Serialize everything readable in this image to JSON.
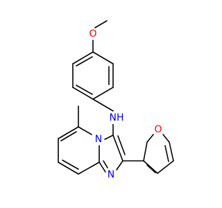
{
  "molecule": {
    "atoms": {
      "methoxy_o": "O",
      "amine_nh": "NH",
      "bridge_n": "N",
      "imidazole_n": "N",
      "furan_o": "O"
    },
    "colors": {
      "oxygen": "#ff0000",
      "nitrogen": "#0000ff",
      "bond": "#000000"
    }
  }
}
